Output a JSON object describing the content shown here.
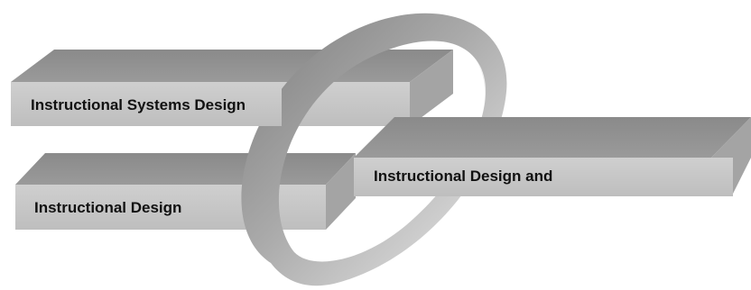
{
  "diagram": {
    "bars": [
      {
        "id": "isd",
        "label": "Instructional Systems Design"
      },
      {
        "id": "id",
        "label": "Instructional Design"
      },
      {
        "id": "idand",
        "label": "Instructional Design and"
      }
    ]
  },
  "colors": {
    "bar_front": "#c8c8c8",
    "bar_top": "#8c8c8c",
    "bar_side": "#a6a6a6",
    "ring_dark": "#7a7a7a",
    "ring_light": "#e6e6e6",
    "text": "#111111",
    "background": "#ffffff"
  }
}
